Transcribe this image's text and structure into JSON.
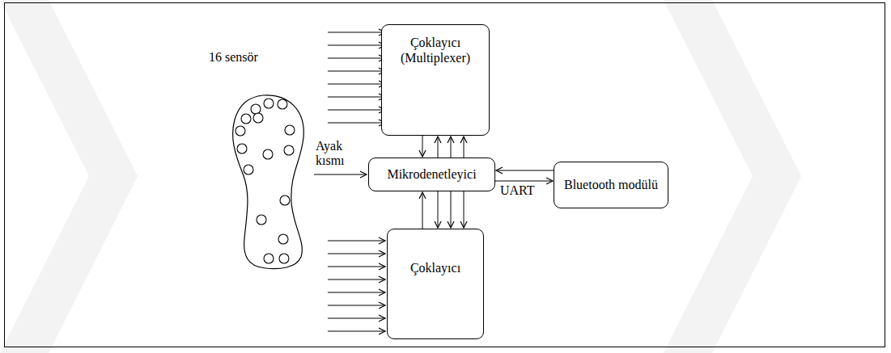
{
  "diagram": {
    "nodes": [
      {
        "text": [
          "Çoklayıcı (Multiplexer)"
        ]
      },
      {
        "text": [
          "Mikrodenetleyici"
        ]
      },
      {
        "text": [
          "Bluetooth modülü"
        ]
      },
      {
        "text": [
          "Çoklayıcı"
        ]
      }
    ],
    "edges": [
      {
        "from": 0,
        "to": 1,
        "arrow": "to"
      },
      {
        "from": 1,
        "to": 0,
        "arrow": "to"
      },
      {
        "from": 1,
        "to": 0,
        "arrow": "to"
      },
      {
        "from": 1,
        "to": 0,
        "arrow": "to"
      },
      {
        "from": 1,
        "to": 2,
        "arrow": "to",
        "label": "UART"
      },
      {
        "from": 2,
        "to": 1,
        "arrow": "to"
      },
      {
        "from": 3,
        "to": 1,
        "arrow": "to"
      },
      {
        "from": 1,
        "to": 3,
        "arrow": "to"
      },
      {
        "from": 1,
        "to": 3,
        "arrow": "to"
      },
      {
        "from": 1,
        "to": 3,
        "arrow": "to"
      }
    ],
    "labels": [
      "16 sensör",
      "Ayak kısmı"
    ]
  }
}
